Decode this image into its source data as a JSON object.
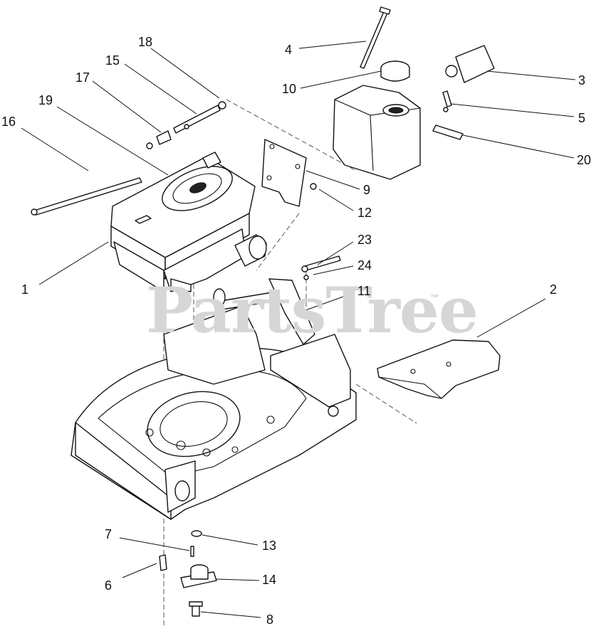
{
  "watermark": {
    "text": "PartsTree",
    "tm": "™"
  },
  "callouts": {
    "c1": "1",
    "c2": "2",
    "c3": "3",
    "c4": "4",
    "c5": "5",
    "c6": "6",
    "c7": "7",
    "c8": "8",
    "c9": "9",
    "c10": "10",
    "c11": "11",
    "c12": "12",
    "c13": "13",
    "c14": "14",
    "c15": "15",
    "c16": "16",
    "c17": "17",
    "c18": "18",
    "c19": "19",
    "c20": "20",
    "c23": "23",
    "c24": "24"
  },
  "colors": {
    "line": "#111111",
    "watermark": "#d6d6d6",
    "background": "#ffffff"
  }
}
